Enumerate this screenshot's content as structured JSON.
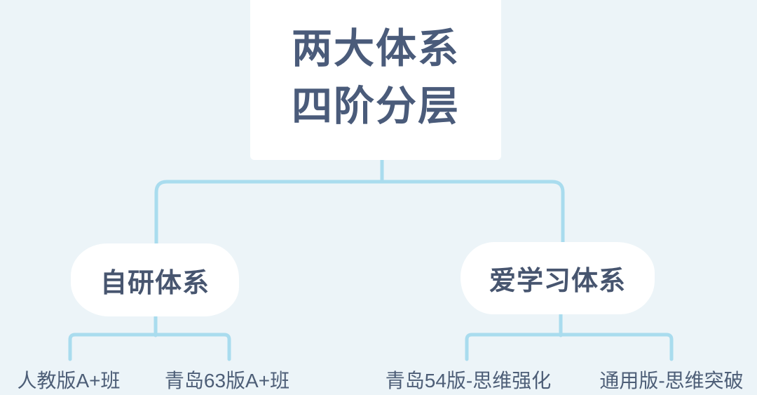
{
  "palette": {
    "background": "#ecf4f8",
    "connector_line": "#a9dcee",
    "card_background": "#ffffff",
    "title_text": "#4a5b7a",
    "node_text": "#47556f",
    "leaf_text": "#4d5e77"
  },
  "title": {
    "line1": "两大体系",
    "line2": "四阶分层"
  },
  "branches": [
    {
      "label": "自研体系",
      "children": [
        "人教版A+班",
        "青岛63版A+班"
      ]
    },
    {
      "label": "爱学习体系",
      "children": [
        "青岛54版-思维强化",
        "通用版-思维突破"
      ]
    }
  ]
}
